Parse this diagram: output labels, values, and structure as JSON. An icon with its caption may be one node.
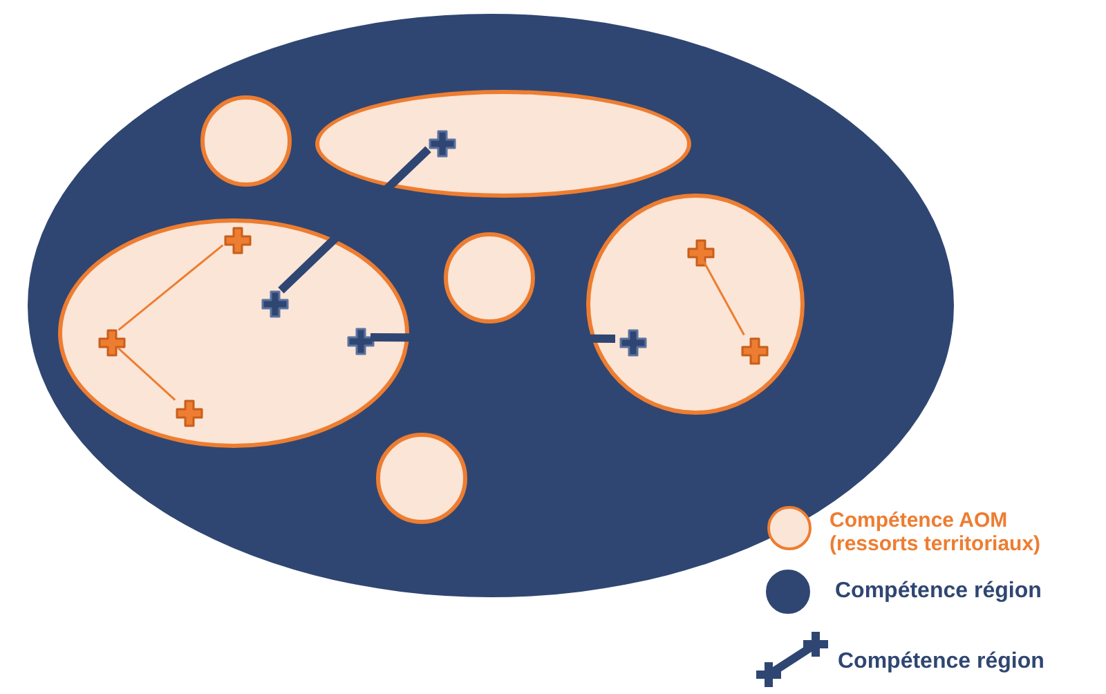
{
  "diagram": {
    "nodes": [
      {
        "text": [],
        "shape": "ellipse"
      },
      {
        "text": [],
        "shape": "circle",
        "in": 0
      },
      {
        "text": [],
        "shape": "ellipse",
        "in": 0
      },
      {
        "text": [],
        "shape": "cross",
        "in": 2
      },
      {
        "text": [],
        "shape": "ellipse",
        "in": 0
      },
      {
        "text": [],
        "shape": "cross",
        "in": 4
      },
      {
        "text": [],
        "shape": "cross",
        "in": 4
      },
      {
        "text": [],
        "shape": "cross",
        "in": 4
      },
      {
        "text": [],
        "shape": "cross",
        "in": 4
      },
      {
        "text": [],
        "shape": "cross",
        "in": 4
      },
      {
        "text": [],
        "shape": "circle",
        "in": 0
      },
      {
        "text": [],
        "shape": "ellipse",
        "in": 0
      },
      {
        "text": [],
        "shape": "cross",
        "in": 11
      },
      {
        "text": [],
        "shape": "cross",
        "in": 11
      },
      {
        "text": [],
        "shape": "cross",
        "in": 11
      },
      {
        "text": [],
        "shape": "circle",
        "in": 0
      }
    ],
    "edges": [
      {
        "from": 3,
        "to": 6,
        "arrow": "none",
        "style": "thick",
        "color": "#2f4672"
      },
      {
        "from": 7,
        "to": 13,
        "arrow": "none",
        "style": "thick",
        "color": "#2f4672"
      },
      {
        "from": 5,
        "to": 8,
        "arrow": "none"
      },
      {
        "from": 8,
        "to": 9,
        "arrow": "none"
      },
      {
        "from": 12,
        "to": 14,
        "arrow": "none"
      }
    ],
    "legend": [
      {
        "text": "Compétence AOM (ressorts territoriaux)",
        "color": "#fbe5d6"
      },
      {
        "text": "Compétence région",
        "color": "#2f4672"
      },
      {
        "text": "Compétence région"
      }
    ]
  }
}
